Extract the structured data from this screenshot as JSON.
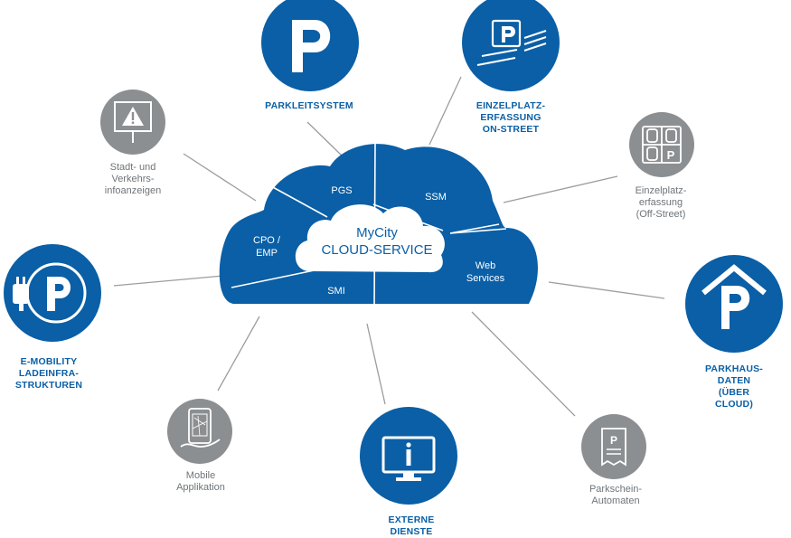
{
  "colors": {
    "blue": "#0a5fa6",
    "grey": "#8c8f92",
    "line": "#9a9da0",
    "white": "#ffffff"
  },
  "cloud": {
    "title_line1": "MyCity",
    "title_line2": "CLOUD-SERVICE",
    "segments": {
      "pgs": "PGS",
      "ssm": "SSM",
      "cpo_emp_line1": "CPO /",
      "cpo_emp_line2": "EMP",
      "web_line1": "Web",
      "web_line2": "Services",
      "smi": "SMI"
    }
  },
  "nodes": {
    "parkleitsystem": {
      "label": "PARKLEITSYSTEM",
      "icon": "parking-p-icon"
    },
    "einzelplatz_on_street": {
      "label": "EINZELPLATZ-\nERFASSUNG\nON-STREET",
      "icon": "street-parking-sensor-icon"
    },
    "einzelplatz_off_street": {
      "label": "Einzelplatz-\nerfassung\n(Off-Street)",
      "icon": "parking-lot-cars-icon"
    },
    "parkhaus": {
      "label": "PARKHAUS-\nDATEN\n(ÜBER CLOUD)",
      "icon": "parking-garage-icon"
    },
    "parkschein": {
      "label": "Parkschein-\nAutomaten",
      "icon": "parking-ticket-icon"
    },
    "externe_dienste": {
      "label": "EXTERNE\nDIENSTE",
      "icon": "info-monitor-icon"
    },
    "mobile": {
      "label": "Mobile\nApplikation",
      "icon": "mobile-app-icon"
    },
    "emobility": {
      "label": "E-MOBILITY\nLADEINFRA-\nSTRUKTUREN",
      "icon": "ev-charging-parking-icon"
    },
    "stadt": {
      "label": "Stadt- und\nVerkehrs-\ninfoanzeigen",
      "icon": "warning-sign-icon"
    }
  }
}
